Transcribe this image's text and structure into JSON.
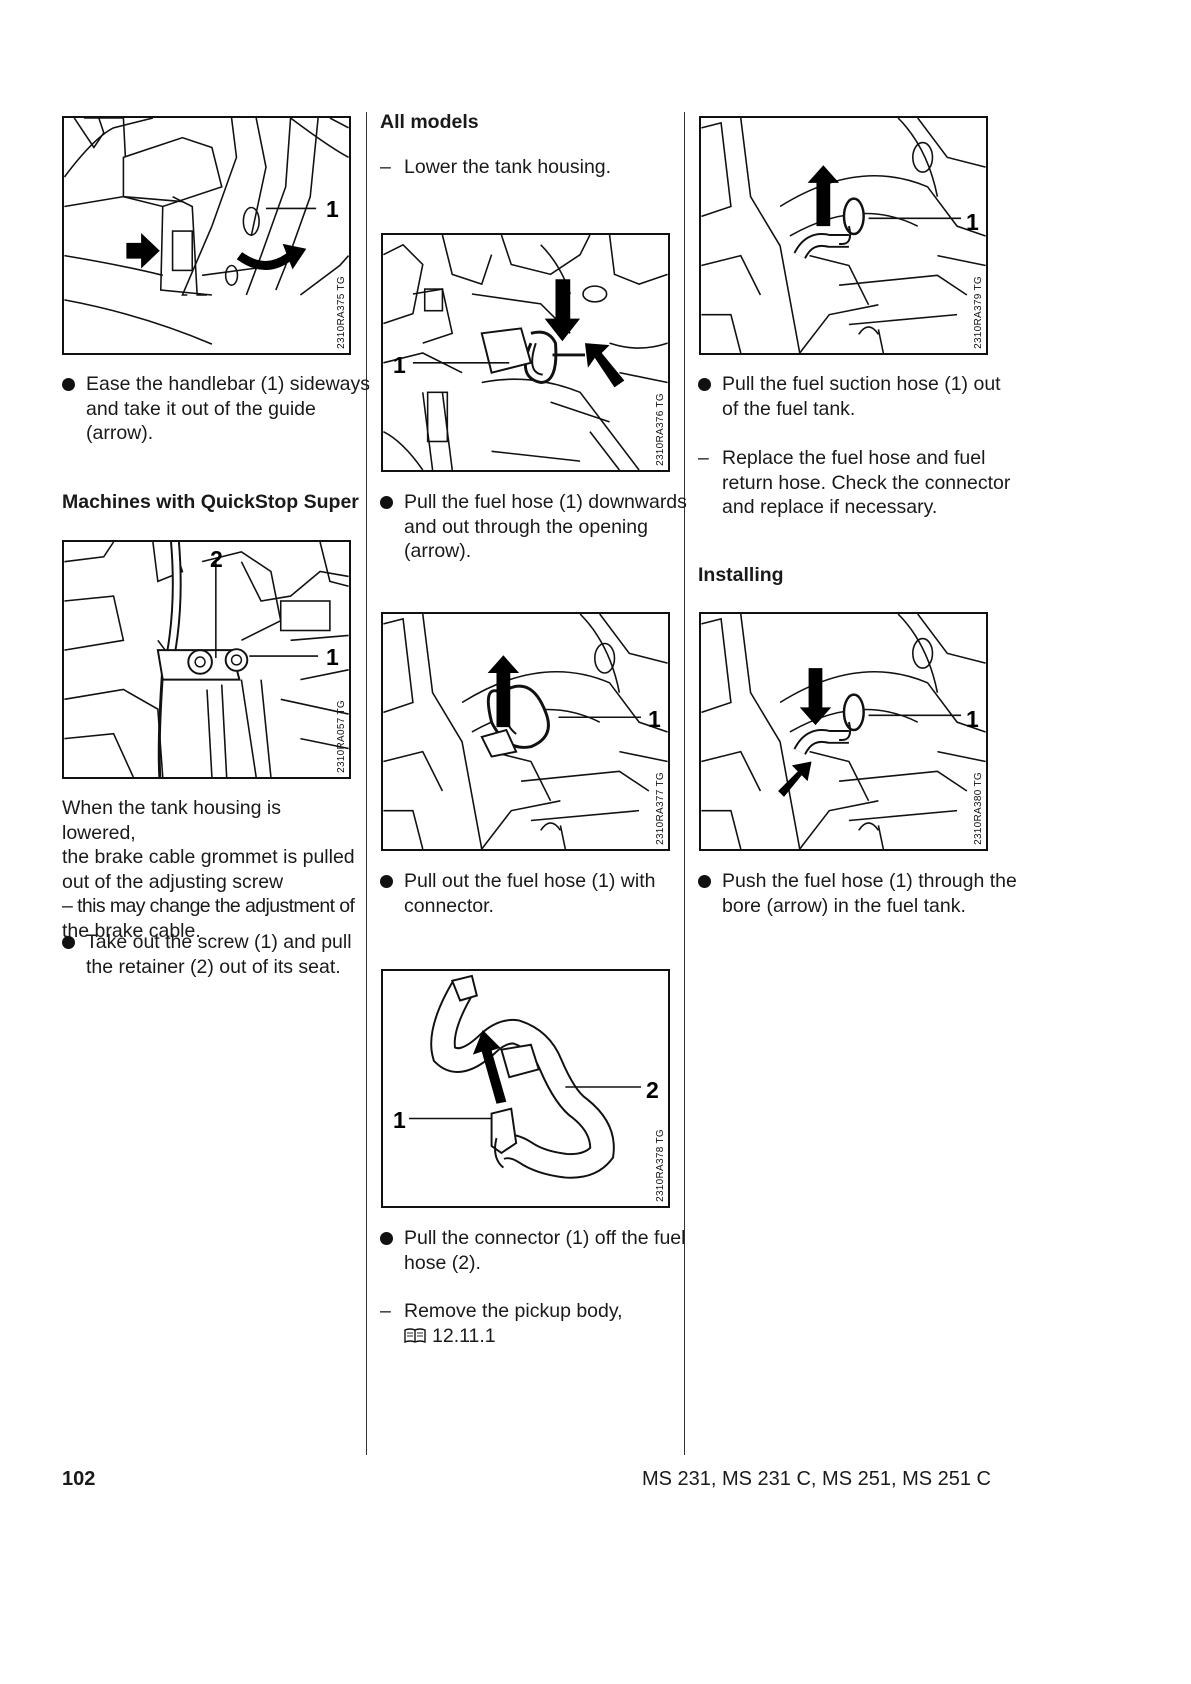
{
  "footer": {
    "page_number": "102",
    "models": "MS 231, MS 231 C, MS 251, MS 251 C"
  },
  "figures": {
    "f375": {
      "code": "2310RA375 TG",
      "callouts": [
        "1"
      ]
    },
    "f057": {
      "code": "2310RA057 TG",
      "callouts": [
        "2",
        "1"
      ]
    },
    "f376": {
      "code": "2310RA376 TG",
      "callouts": [
        "1"
      ]
    },
    "f377": {
      "code": "2310RA377 TG",
      "callouts": [
        "1"
      ]
    },
    "f378": {
      "code": "2310RA378 TG",
      "callouts": [
        "2",
        "1"
      ]
    },
    "f379": {
      "code": "2310RA379 TG",
      "callouts": [
        "1"
      ]
    },
    "f380": {
      "code": "2310RA380 TG",
      "callouts": [
        "1"
      ]
    }
  },
  "col1": {
    "step_handlebar": "Ease the handlebar (1) sideways and take it out of the guide (arrow).",
    "heading_quickstop": "Machines with QuickStop Super",
    "note_lines": [
      "When the tank housing is lowered,",
      "the brake cable grommet is pulled",
      "out of the adjusting screw",
      "– this may change the adjustment of",
      "the brake cable."
    ],
    "step_screw": "Take out the screw (1) and pull the retainer (2) out of its seat."
  },
  "col2": {
    "heading_all_models": "All models",
    "step_lower": "Lower the tank housing.",
    "step_pull_down": "Pull the fuel hose (1) downwards and out through the opening (arrow).",
    "step_pull_out": "Pull out the fuel hose (1) with connector.",
    "step_connector": "Pull the connector (1) off the fuel hose (2).",
    "step_pickup": "Remove the pickup body,",
    "step_pickup_ref": "12.11.1"
  },
  "col3": {
    "step_suction": "Pull the fuel suction hose (1) out of the fuel tank.",
    "step_replace": "Replace the fuel hose and fuel return hose. Check the connector and replace if necessary.",
    "heading_installing": "Installing",
    "step_push": "Push the fuel hose (1) through the bore (arrow) in the fuel tank."
  }
}
